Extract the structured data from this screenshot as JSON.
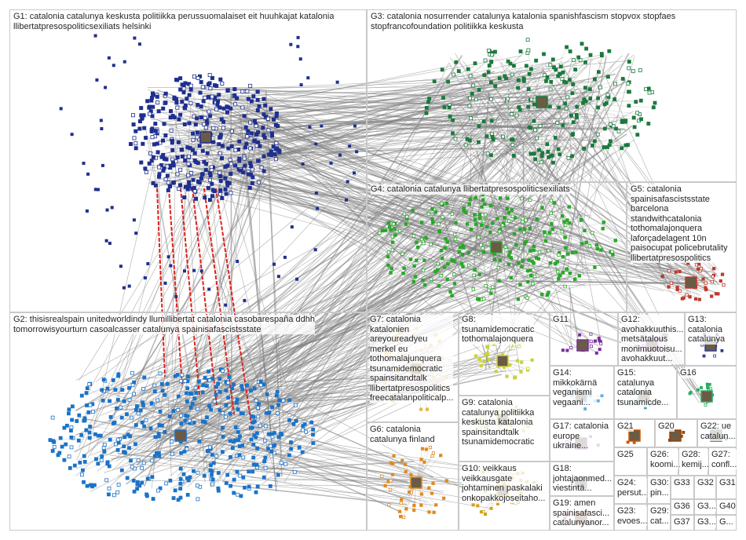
{
  "diagram": {
    "type": "network-graph",
    "edge_color": "#7f7f7f",
    "reciprocal_edge_color": "#e0201b",
    "groups": [
      {
        "id": "G1",
        "label": "G1: catalonia catalunya keskusta politiikka perussuomalaiset eit huuhkajat katalonia\nllibertatpresospoliticsexiliats helsinki",
        "node_color": "#1f2f8f"
      },
      {
        "id": "G2",
        "label": "G2: thisisrealspain unitedworldindy llumillibertat catalonia casobarespaña ddhh\ntomorrowisyourturn casoalcasser catalunya spainisafascistsstate",
        "node_color": "#1a73c8"
      },
      {
        "id": "G3",
        "label": "G3: catalonia nosurrender catalunya katalonia spanishfascism stopvox stopfaes\nstopfrancofoundation politiikka keskusta",
        "node_color": "#1b7a3c"
      },
      {
        "id": "G4",
        "label": "G4: catalonia catalunya llibertatpresospoliticsexiliats",
        "node_color": "#28a828"
      },
      {
        "id": "G5",
        "label": "G5: catalonia\nspainisafascistsstate\nbarcelona\nstandwithcatalonia\ntothomalajonquera\nlaforçadelagent 10n\npaisocupat policebrutality\nllibertatpresospolitics",
        "node_color": "#c0392b"
      },
      {
        "id": "G6",
        "label": "G6: catalonia\ncatalunya finland",
        "node_color": "#e08a1e"
      },
      {
        "id": "G7",
        "label": "G7: catalonia\nkatalonien\nareyoureadyeu\nmerkel eu\ntothomalajunquera\ntsunamidemocratic\nspainsitandtalk\nllibertatpresospolitics\nfreecatalanpoliticalp...",
        "node_color": "#e8b64a"
      },
      {
        "id": "G8",
        "label": "G8:\ntsunamidemocratic\ntothomalajonquera",
        "node_color": "#c8d43a"
      },
      {
        "id": "G9",
        "label": "G9: catalonia\ncatalunya politiikka\nkeskusta katalonia\nspainsitandtalk\ntsunamidemocratic",
        "node_color": "#b0c830"
      },
      {
        "id": "G10",
        "label": "G10: veikkaus\nveikkausgate\njohtaminen paskalaki\nonkopakkojoseitaho...",
        "node_color": "#d4a017"
      },
      {
        "id": "G11",
        "label": "G11",
        "node_color": "#7b2d9e"
      },
      {
        "id": "G12",
        "label": "G12:\navohakkuuthis...\nmetsätalous\nmonimuotoisu...\navohakkuut...",
        "node_color": "#9b59b6"
      },
      {
        "id": "G13",
        "label": "G13:\ncatalonia\ncatalunya",
        "node_color": "#2c3e8f"
      },
      {
        "id": "G14",
        "label": "G14:\nmikkokärnä\nveganismi\nvegaani...",
        "node_color": "#5dade2"
      },
      {
        "id": "G15",
        "label": "G15:\ncatalunya\ncatalonia\ntsunamicde...",
        "node_color": "#48a9a6"
      },
      {
        "id": "G16",
        "label": "G16",
        "node_color": "#27ae60"
      },
      {
        "id": "G17",
        "label": "G17: catalonia\neurope\nukraine...",
        "node_color": "#8e44ad"
      },
      {
        "id": "G18",
        "label": "G18:\njohtajaonmed...\nviestintä...",
        "node_color": "#5d6d7e"
      },
      {
        "id": "G19",
        "label": "G19: amen\nspainisafasci...\ncatalunyanor...",
        "node_color": "#c0392b"
      },
      {
        "id": "G20",
        "label": "G20",
        "node_color": "#a04000"
      },
      {
        "id": "G21",
        "label": "G21",
        "node_color": "#d35400"
      },
      {
        "id": "G22",
        "label": "G22: ue\ncatalun...",
        "node_color": "#1f618d"
      },
      {
        "id": "G23",
        "label": "G23:\nevoes...",
        "node_color": "#7d3c98"
      },
      {
        "id": "G24",
        "label": "G24:\npersut...",
        "node_color": "#2e4053"
      },
      {
        "id": "G25",
        "label": "G25",
        "node_color": "#117864"
      },
      {
        "id": "G26",
        "label": "G26:\nkoomi...",
        "node_color": "#6c3483"
      },
      {
        "id": "G27",
        "label": "G27:\nconfl...",
        "node_color": "#b9770e"
      },
      {
        "id": "G28",
        "label": "G28:\nkemij...",
        "node_color": "#1a5276"
      },
      {
        "id": "G29",
        "label": "G29:\ncat...",
        "node_color": "#922b21"
      },
      {
        "id": "G30",
        "label": "G30:\npin...",
        "node_color": "#0e6655"
      },
      {
        "id": "G31",
        "label": "G31",
        "node_color": "#1b4f72"
      },
      {
        "id": "G32",
        "label": "G32",
        "node_color": "#4a235a"
      },
      {
        "id": "G33",
        "label": "G33",
        "node_color": "#145a32"
      },
      {
        "id": "G34",
        "label": "G3...",
        "node_color": "#7e5109"
      },
      {
        "id": "G36",
        "label": "G36",
        "node_color": "#1c2833"
      },
      {
        "id": "G37",
        "label": "G37",
        "node_color": "#641e16"
      },
      {
        "id": "G38",
        "label": "G3...",
        "node_color": "#0b5345"
      },
      {
        "id": "G40",
        "label": "G40",
        "node_color": "#154360"
      },
      {
        "id": "G41",
        "label": "G...",
        "node_color": "#512e5f"
      }
    ]
  }
}
